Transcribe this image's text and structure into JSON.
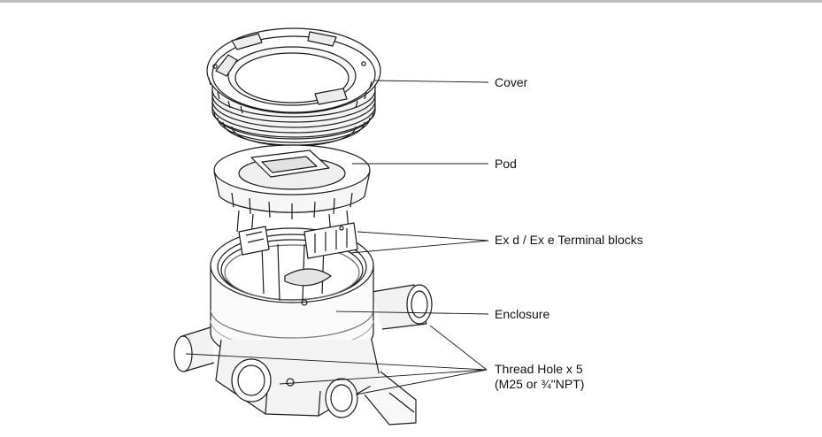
{
  "callouts": {
    "cover": "Cover",
    "pod": "Pod",
    "terminal_blocks": "Ex d / Ex e Terminal blocks",
    "enclosure": "Enclosure",
    "thread_hole_line1": "Thread Hole x 5",
    "thread_hole_line2": "(M25 or ¾\"NPT)"
  },
  "colors": {
    "line": "#1a1a1a",
    "rule": "#bdbdbd",
    "shade": "#e6e6e6"
  }
}
